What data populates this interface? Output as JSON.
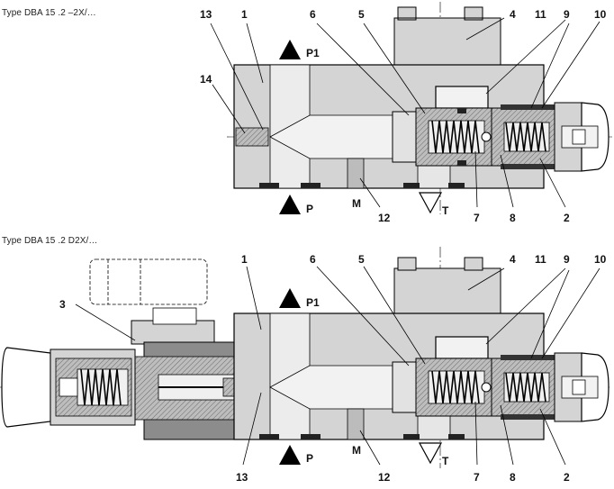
{
  "view_top": {
    "type_label": "Type DBA 15 .2 –2X/…",
    "callouts": [
      "13",
      "1",
      "6",
      "5",
      "4",
      "11",
      "9",
      "10",
      "14",
      "12",
      "7",
      "8",
      "2"
    ],
    "ports": {
      "p1": "P1",
      "p": "P",
      "m": "M",
      "t": "T"
    }
  },
  "view_bottom": {
    "type_label": "Type DBA 15 .2 D2X/…",
    "callouts": [
      "1",
      "6",
      "5",
      "4",
      "11",
      "9",
      "10",
      "3",
      "13",
      "12",
      "7",
      "8",
      "2"
    ],
    "ports": {
      "p1": "P1",
      "p": "P",
      "m": "M",
      "t": "T"
    }
  },
  "colors": {
    "body": "#d4d4d4",
    "dark": "#4a4a4a",
    "mid": "#8c8c8c",
    "line": "#000000"
  }
}
